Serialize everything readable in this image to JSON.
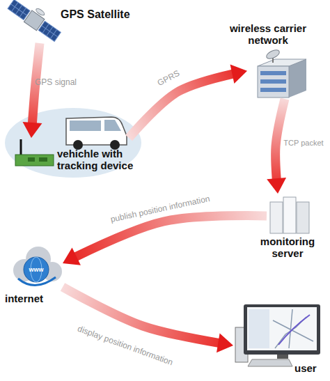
{
  "diagram": {
    "nodes": [
      {
        "text": [
          "GPS Satellite"
        ]
      },
      {
        "text": [
          "wireless carrier network"
        ]
      },
      {
        "text": [
          "vehichle with tracking device"
        ]
      },
      {
        "text": [
          "monitoring server"
        ]
      },
      {
        "text": [
          "internet"
        ]
      },
      {
        "text": [
          "user"
        ]
      }
    ],
    "edges": [
      {
        "from": 0,
        "to": 2,
        "label": "GPS signal",
        "arrow": "to"
      },
      {
        "from": 2,
        "to": 1,
        "label": "GPRS",
        "arrow": "to"
      },
      {
        "from": 1,
        "to": 3,
        "label": "TCP packet",
        "arrow": "to"
      },
      {
        "from": 3,
        "to": 4,
        "label": "publish position information",
        "arrow": "to"
      },
      {
        "from": 4,
        "to": 5,
        "label": "display position information",
        "arrow": "to"
      }
    ],
    "labels": [
      "www"
    ]
  }
}
